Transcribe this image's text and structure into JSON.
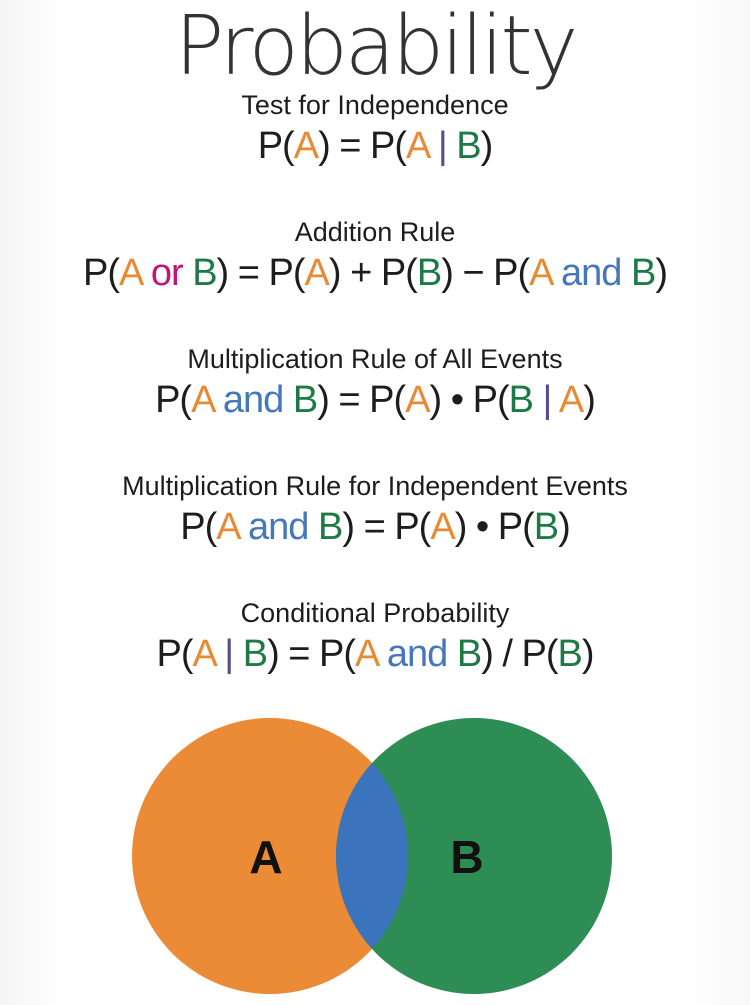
{
  "title": "Probability",
  "colors": {
    "text": "#1d1d1d",
    "title": "#333333",
    "a_orange": "#e78a33",
    "b_green": "#1e7a44",
    "and_blue": "#4678b9",
    "or_magenta": "#c3137e",
    "pipe_purple": "#5c4a8e",
    "venn_a": "#ec8b35",
    "venn_b": "#2e8c55",
    "venn_overlap": "#3b74bd"
  },
  "sections": [
    {
      "heading": "Test for Independence",
      "formula": [
        {
          "text": "P(",
          "color": "text"
        },
        {
          "text": "A",
          "color": "a_orange"
        },
        {
          "text": ") = P(",
          "color": "text"
        },
        {
          "text": "A",
          "color": "a_orange"
        },
        {
          "text": " ",
          "color": "text"
        },
        {
          "text": "|",
          "color": "pipe_purple"
        },
        {
          "text": " ",
          "color": "text"
        },
        {
          "text": "B",
          "color": "b_green"
        },
        {
          "text": ")",
          "color": "text"
        }
      ]
    },
    {
      "heading": "Addition Rule",
      "formula": [
        {
          "text": "P(",
          "color": "text"
        },
        {
          "text": "A",
          "color": "a_orange"
        },
        {
          "text": " ",
          "color": "text"
        },
        {
          "text": "or",
          "color": "or_magenta"
        },
        {
          "text": " ",
          "color": "text"
        },
        {
          "text": "B",
          "color": "b_green"
        },
        {
          "text": ") = P(",
          "color": "text"
        },
        {
          "text": "A",
          "color": "a_orange"
        },
        {
          "text": ") + P(",
          "color": "text"
        },
        {
          "text": "B",
          "color": "b_green"
        },
        {
          "text": ") − P(",
          "color": "text"
        },
        {
          "text": "A",
          "color": "a_orange"
        },
        {
          "text": " ",
          "color": "text"
        },
        {
          "text": "and",
          "color": "and_blue"
        },
        {
          "text": " ",
          "color": "text"
        },
        {
          "text": "B",
          "color": "b_green"
        },
        {
          "text": ")",
          "color": "text"
        }
      ]
    },
    {
      "heading": "Multiplication Rule of All Events",
      "formula": [
        {
          "text": "P(",
          "color": "text"
        },
        {
          "text": "A",
          "color": "a_orange"
        },
        {
          "text": " ",
          "color": "text"
        },
        {
          "text": "and",
          "color": "and_blue"
        },
        {
          "text": " ",
          "color": "text"
        },
        {
          "text": "B",
          "color": "b_green"
        },
        {
          "text": ") = P(",
          "color": "text"
        },
        {
          "text": "A",
          "color": "a_orange"
        },
        {
          "text": ") • P(",
          "color": "text"
        },
        {
          "text": "B",
          "color": "b_green"
        },
        {
          "text": " ",
          "color": "text"
        },
        {
          "text": "|",
          "color": "pipe_purple"
        },
        {
          "text": " ",
          "color": "text"
        },
        {
          "text": "A",
          "color": "a_orange"
        },
        {
          "text": ")",
          "color": "text"
        }
      ]
    },
    {
      "heading": "Multiplication Rule for Independent Events",
      "formula": [
        {
          "text": "P(",
          "color": "text"
        },
        {
          "text": "A",
          "color": "a_orange"
        },
        {
          "text": " ",
          "color": "text"
        },
        {
          "text": "and",
          "color": "and_blue"
        },
        {
          "text": " ",
          "color": "text"
        },
        {
          "text": "B",
          "color": "b_green"
        },
        {
          "text": ") = P(",
          "color": "text"
        },
        {
          "text": "A",
          "color": "a_orange"
        },
        {
          "text": ") • P(",
          "color": "text"
        },
        {
          "text": "B",
          "color": "b_green"
        },
        {
          "text": ")",
          "color": "text"
        }
      ]
    },
    {
      "heading": "Conditional Probability",
      "formula": [
        {
          "text": "P(",
          "color": "text"
        },
        {
          "text": "A",
          "color": "a_orange"
        },
        {
          "text": " ",
          "color": "text"
        },
        {
          "text": "|",
          "color": "pipe_purple"
        },
        {
          "text": " ",
          "color": "text"
        },
        {
          "text": "B",
          "color": "b_green"
        },
        {
          "text": ") = P(",
          "color": "text"
        },
        {
          "text": "A",
          "color": "a_orange"
        },
        {
          "text": " ",
          "color": "text"
        },
        {
          "text": "and",
          "color": "and_blue"
        },
        {
          "text": " ",
          "color": "text"
        },
        {
          "text": "B",
          "color": "b_green"
        },
        {
          "text": ") / P(",
          "color": "text"
        },
        {
          "text": "B",
          "color": "b_green"
        },
        {
          "text": ")",
          "color": "text"
        }
      ]
    }
  ],
  "venn": {
    "left_label": "A",
    "right_label": "B"
  }
}
